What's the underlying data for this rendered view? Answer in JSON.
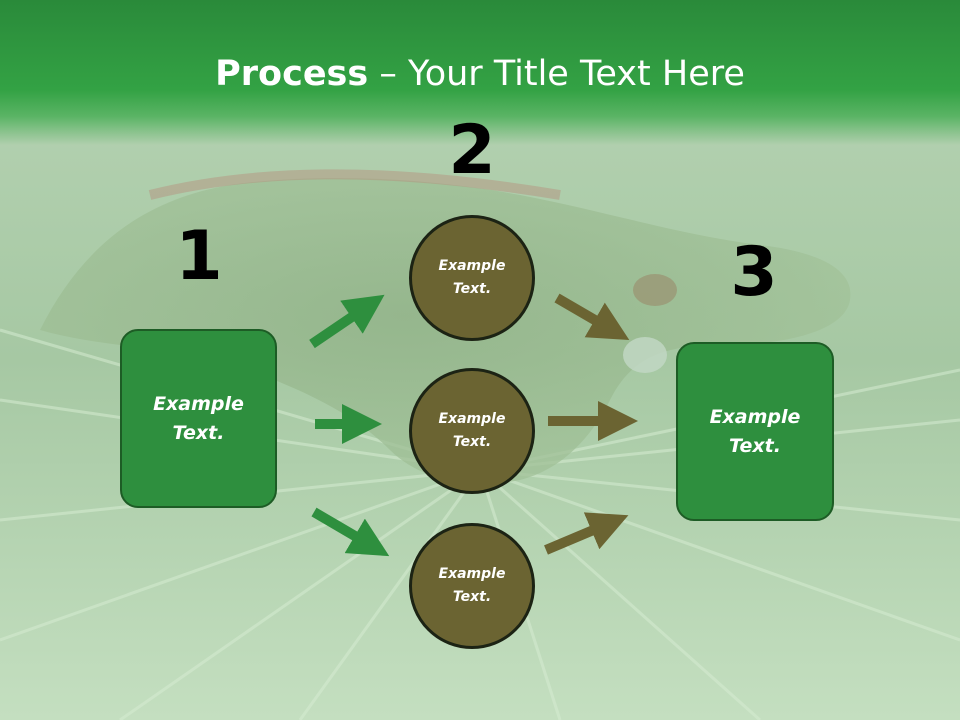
{
  "slide": {
    "title_bold": "Process",
    "title_separator": " – ",
    "title_rest": "Your Title Text Here"
  },
  "steps": {
    "one": {
      "number": "1",
      "text": "Example\nText."
    },
    "two": {
      "number": "2",
      "circles": [
        {
          "text": "Example\nText."
        },
        {
          "text": "Example\nText."
        },
        {
          "text": "Example\nText."
        }
      ]
    },
    "three": {
      "number": "3",
      "text": "Example\nText."
    }
  },
  "colors": {
    "title_band": "#33a244",
    "box_fill": "#2e8f3e",
    "circle_fill": "#6b6432",
    "green_arrow": "#2e8f3e",
    "olive_arrow": "#6b6432"
  }
}
